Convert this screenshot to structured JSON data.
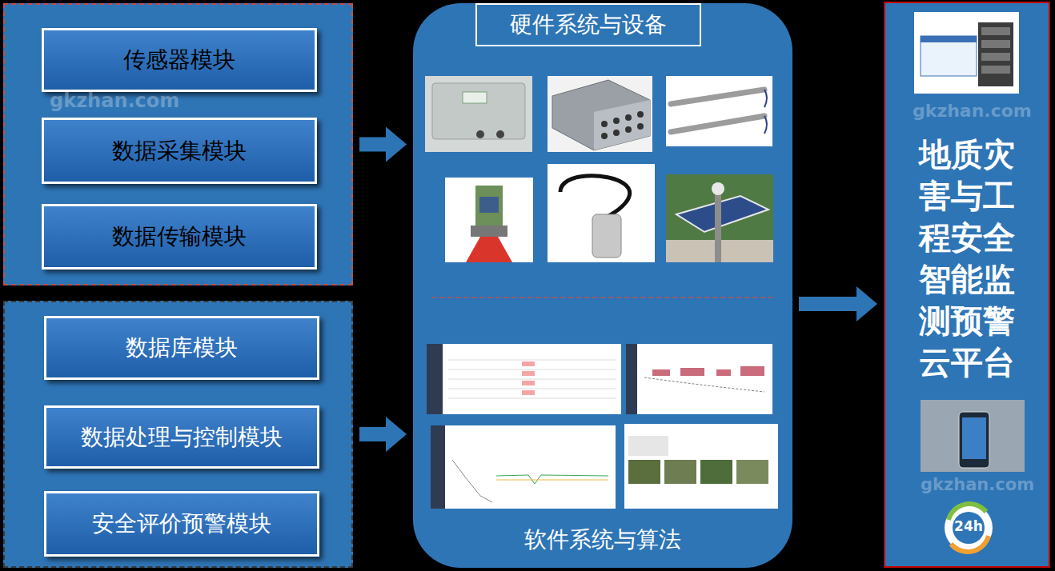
{
  "diagram": {
    "nodes": [
      {
        "text": []
      },
      {
        "text": [
          "传感器模块"
        ],
        "in": 0
      },
      {
        "text": [
          "数据采集模块"
        ],
        "in": 0
      },
      {
        "text": [
          "数据传输模块"
        ],
        "in": 0
      },
      {
        "text": []
      },
      {
        "text": [
          "数据库模块"
        ],
        "in": 4
      },
      {
        "text": [
          "数据处理与控制模块"
        ],
        "in": 4
      },
      {
        "text": [
          "安全评价预警模块"
        ],
        "in": 4
      },
      {
        "text": [
          "软件系统与算法"
        ]
      },
      {
        "text": [
          "硬件系统与设备"
        ],
        "in": 8
      },
      {
        "text": [
          "地质灾害与工程安全智能监测预警云平台"
        ]
      }
    ],
    "edges": [
      {
        "from": 0,
        "to": 8,
        "arrow": "to"
      },
      {
        "from": 4,
        "to": 8,
        "arrow": "to"
      },
      {
        "from": 8,
        "to": 10,
        "arrow": "to"
      }
    ],
    "labels": [
      "gkzhan.com",
      "gkzhan.com",
      "gkzhan.com",
      "24h"
    ]
  }
}
